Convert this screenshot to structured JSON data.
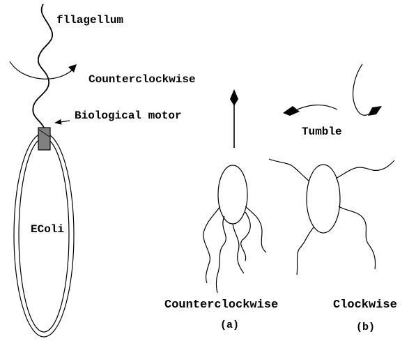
{
  "labels": {
    "flagellum": "fllagellum",
    "counterclockwise_top": "Counterclockwise",
    "biological_motor": "Biological motor",
    "tumble": "Tumble",
    "ecoli": "EColi",
    "counterclockwise_bottom": "Counterclockwise",
    "clockwise": "Clockwise",
    "panel_a": "(a)",
    "panel_b": "(b)"
  },
  "colors": {
    "stroke": "#000000",
    "motor_fill": "#808080",
    "background": "#ffffff"
  }
}
